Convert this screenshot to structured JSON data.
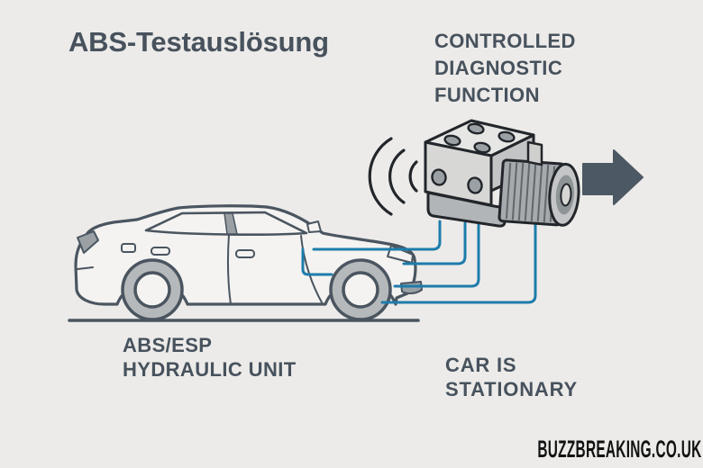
{
  "title": "ABS-Testauslösung",
  "annotations": {
    "diagnostic_function": "CONTROLLED\nDIAGNOSTIC\nFUNCTION",
    "hydraulic_unit": "ABS/ESP\nHYDRAULIC UNIT",
    "car_status": "CAR IS\nSTATIONARY"
  },
  "watermark": "BUZZBREAKING.CO.UK",
  "icons": {
    "sound_waves": "three concentric arcs opening toward hydraulic unit",
    "direction_arrow": "solid right-pointing arrow"
  },
  "colors": {
    "background": "#ecebe9",
    "heading_text": "#47525d",
    "outline_dark": "#22262b",
    "car_outline": "#4a5560",
    "car_body": "#f4f3f1",
    "wire_blue": "#1e7cab",
    "arrow": "#4c5864",
    "metal_light": "#e6e6e4",
    "metal_mid": "#d7d8d6",
    "metal_dark": "#b2b5b7",
    "port_gray": "#9aa0a4",
    "rim_gray": "#b6b9bb",
    "watermark_text": "#121212"
  }
}
